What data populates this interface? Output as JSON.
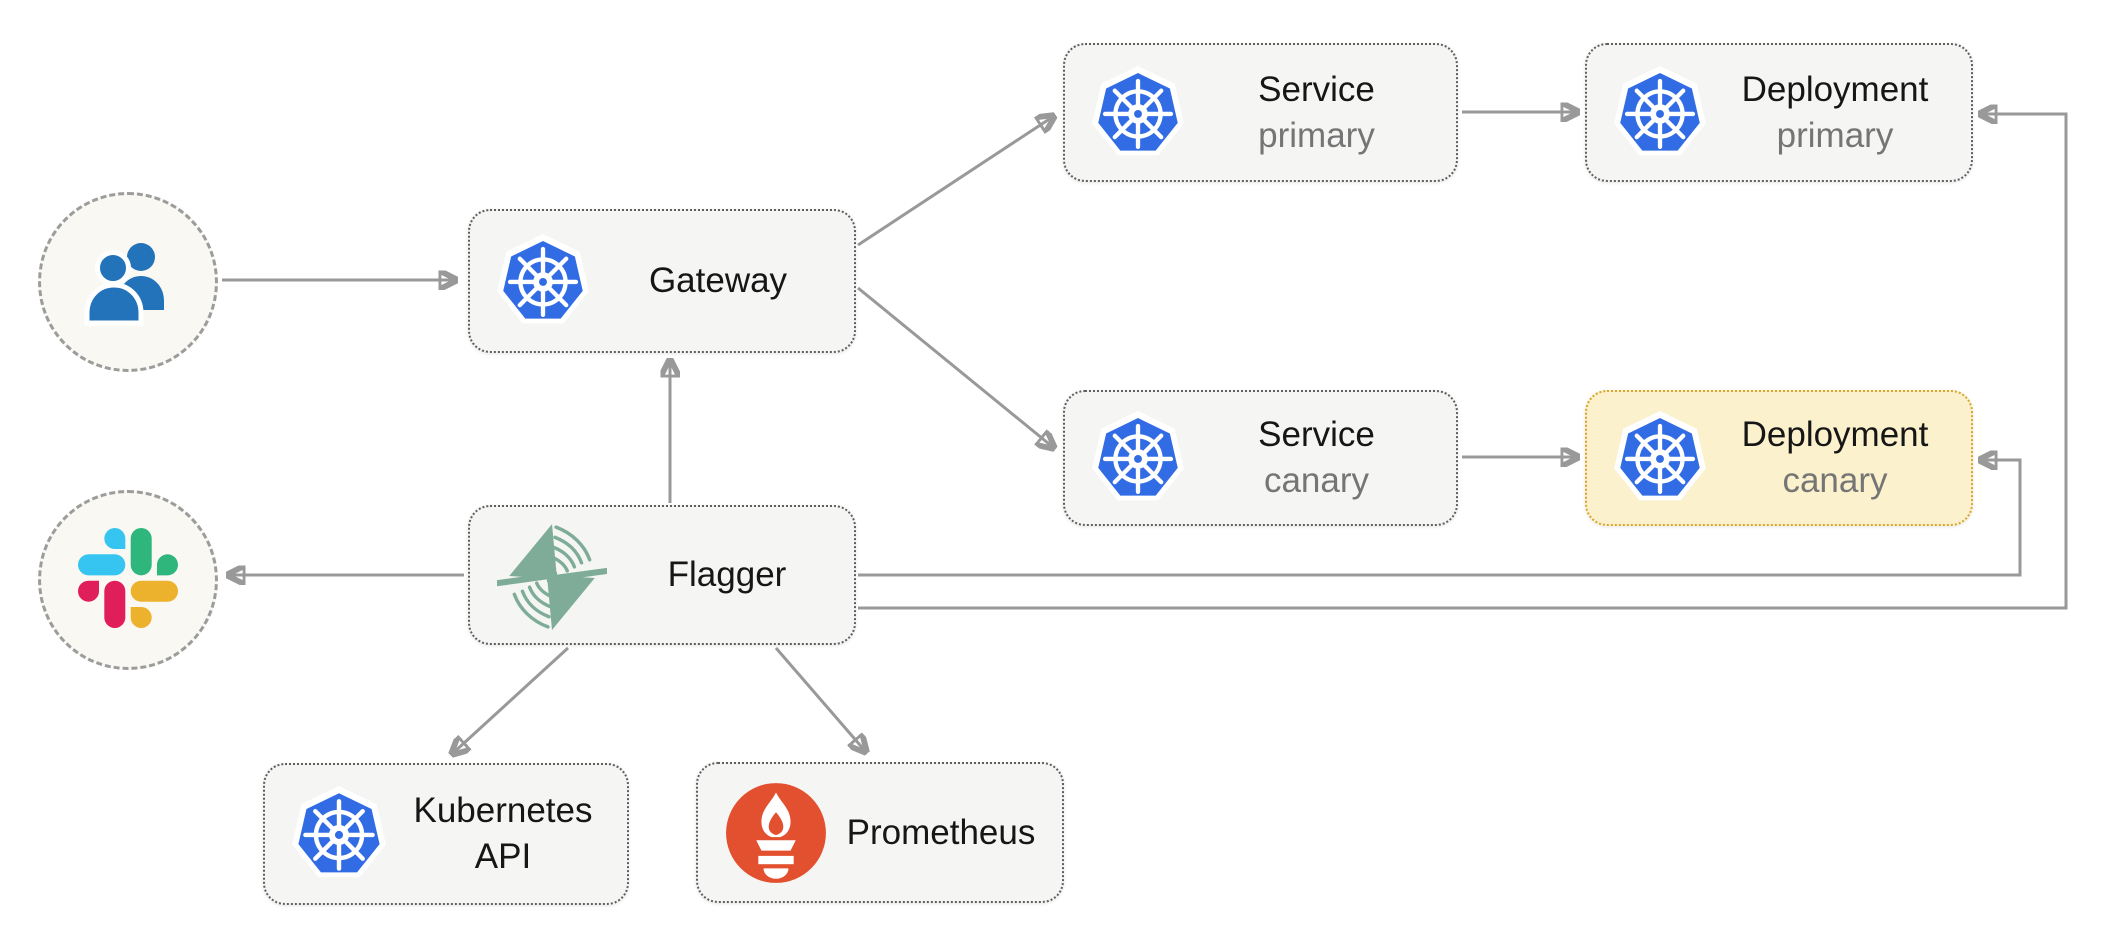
{
  "diagram": {
    "nodes": {
      "users": {
        "icon": "users-icon"
      },
      "gateway": {
        "label": "Gateway",
        "icon": "kubernetes-icon"
      },
      "service_primary": {
        "label": "Service",
        "sublabel": "primary",
        "icon": "kubernetes-icon"
      },
      "deployment_primary": {
        "label": "Deployment",
        "sublabel": "primary",
        "icon": "kubernetes-icon"
      },
      "service_canary": {
        "label": "Service",
        "sublabel": "canary",
        "icon": "kubernetes-icon"
      },
      "deployment_canary": {
        "label": "Deployment",
        "sublabel": "canary",
        "icon": "kubernetes-icon",
        "highlighted": true
      },
      "flagger": {
        "label": "Flagger",
        "icon": "flagger-icon"
      },
      "slack": {
        "icon": "slack-icon"
      },
      "kubernetes_api": {
        "label": "Kubernetes",
        "label_line2": "API",
        "icon": "kubernetes-icon"
      },
      "prometheus": {
        "label": "Prometheus",
        "icon": "prometheus-icon"
      }
    },
    "edges": [
      {
        "from": "users",
        "to": "gateway"
      },
      {
        "from": "gateway",
        "to": "service-primary"
      },
      {
        "from": "gateway",
        "to": "service-canary"
      },
      {
        "from": "service-primary",
        "to": "deployment-primary"
      },
      {
        "from": "service-canary",
        "to": "deployment-canary"
      },
      {
        "from": "flagger",
        "to": "gateway"
      },
      {
        "from": "flagger",
        "to": "slack"
      },
      {
        "from": "flagger",
        "to": "kubernetes-api"
      },
      {
        "from": "flagger",
        "to": "prometheus"
      },
      {
        "from": "flagger",
        "to": "deployment-canary"
      },
      {
        "from": "flagger",
        "to": "deployment-primary"
      }
    ],
    "colors": {
      "kubernetes_blue": "#326CE5",
      "flagger_green": "#7EAC99",
      "prometheus_orange": "#E2502F",
      "slack_blue": "#36C5F0",
      "slack_green": "#2EB67D",
      "slack_red": "#E01E5A",
      "slack_yellow": "#ECB22E",
      "users_blue": "#2273B9",
      "box_fill": "#F5F5F4",
      "box_border": "#5F5F5F",
      "canary_fill": "#FBF1CC",
      "canary_border": "#D9A62E",
      "arrow_gray": "#999999",
      "label_black": "#161616",
      "sublabel_gray": "#757575",
      "circle_fill": "#FAF8F2",
      "circle_border": "#9C9C9C"
    }
  }
}
